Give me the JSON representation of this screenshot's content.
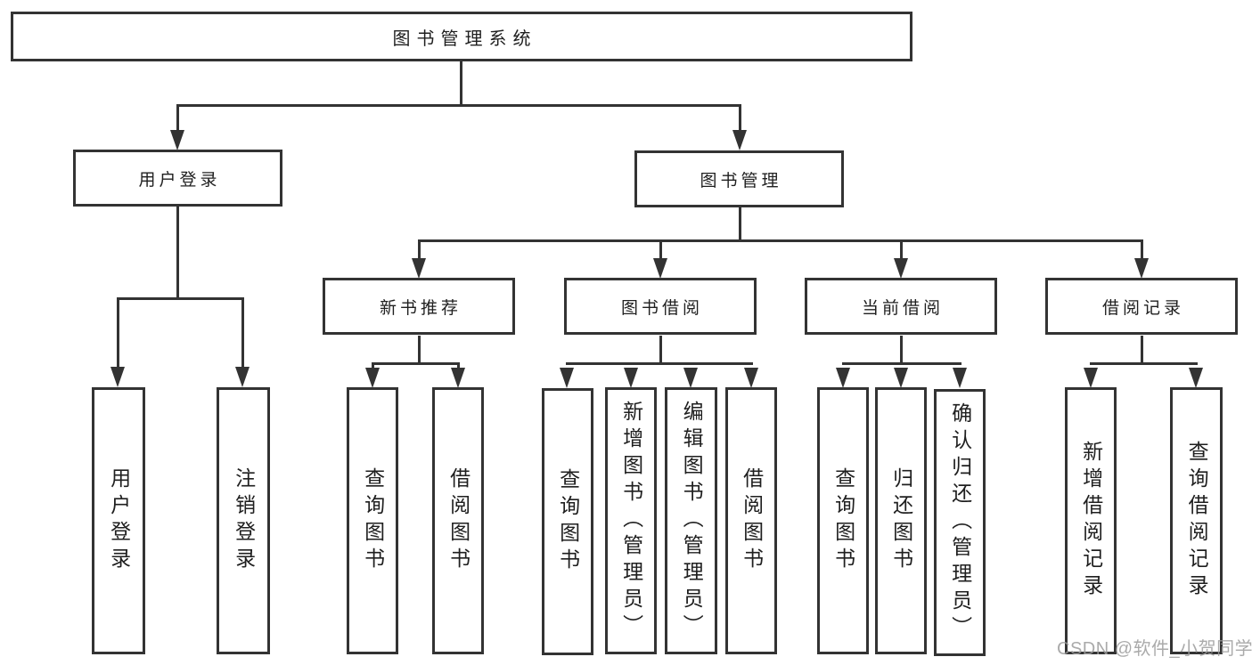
{
  "colors": {
    "line": "#333333",
    "text": "#1f1f1f",
    "background": "#ffffff",
    "watermark_gray": "#9c9c9c"
  },
  "watermark": {
    "text": "CSDN @软件_小贺同学"
  },
  "tree": {
    "label": "图书管理系统",
    "children": [
      {
        "label": "用户登录",
        "children": [
          {
            "label": "用户登录"
          },
          {
            "label": "注销登录"
          }
        ]
      },
      {
        "label": "图书管理",
        "children": [
          {
            "label": "新书推荐",
            "children": [
              {
                "label": "查询图书"
              },
              {
                "label": "借阅图书"
              }
            ]
          },
          {
            "label": "图书借阅",
            "children": [
              {
                "label": "查询图书"
              },
              {
                "label": "新增图书（管理员）"
              },
              {
                "label": "编辑图书（管理员）"
              },
              {
                "label": "借阅图书"
              }
            ]
          },
          {
            "label": "当前借阅",
            "children": [
              {
                "label": "查询图书"
              },
              {
                "label": "归还图书"
              },
              {
                "label": "确认归还（管理员）"
              }
            ]
          },
          {
            "label": "借阅记录",
            "children": [
              {
                "label": "新增借阅记录"
              },
              {
                "label": "查询借阅记录"
              }
            ]
          }
        ]
      }
    ]
  }
}
